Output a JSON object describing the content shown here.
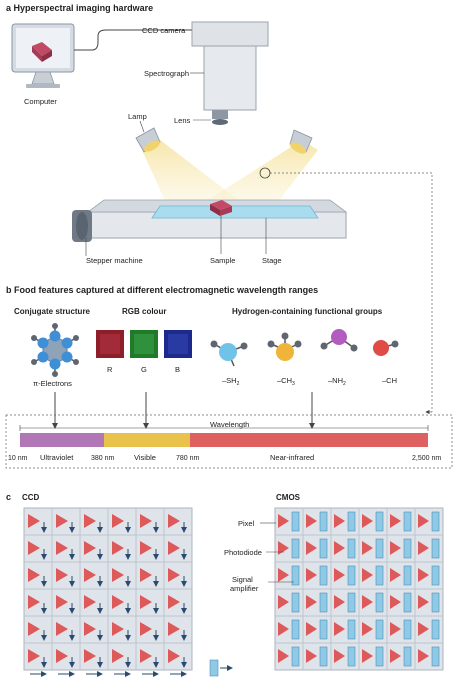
{
  "panel_a": {
    "letter": "a",
    "title": "Hyperspectral imaging hardware",
    "labels": {
      "ccd_camera": "CCD camera",
      "computer": "Computer",
      "spectrograph": "Spectrograph",
      "lamp": "Lamp",
      "lens": "Lens",
      "stepper": "Stepper machine",
      "sample": "Sample",
      "stage": "Stage"
    }
  },
  "panel_b": {
    "letter": "b",
    "title": "Food features captured at different electromagnetic wavelength ranges",
    "groups": {
      "conjugate": "Conjugate structure",
      "rgb": "RGB colour",
      "hydrogen": "Hydrogen-containing functional groups"
    },
    "pi_electrons": "π-Electrons",
    "rgb_channels": [
      "R",
      "G",
      "B"
    ],
    "molecules": [
      "–SH",
      "–CH",
      "–NH",
      "–CH"
    ],
    "molecule_subscripts": [
      "2",
      "3",
      "2",
      ""
    ],
    "wavelength": {
      "title": "Wavelength",
      "ticks": [
        "10 nm",
        "380 nm",
        "780 nm",
        "2,500 nm"
      ],
      "bands": [
        "Ultraviolet",
        "Visible",
        "Near-infrared"
      ],
      "band_colors": [
        "#b076b6",
        "#e9c24c",
        "#de6060"
      ]
    }
  },
  "panel_c": {
    "letter": "c",
    "ccd_title": "CCD",
    "cmos_title": "CMOS",
    "labels": {
      "pixel": "Pixel",
      "photodiode": "Photodiode",
      "signal_amplifier": "Signal\namplifier"
    }
  }
}
